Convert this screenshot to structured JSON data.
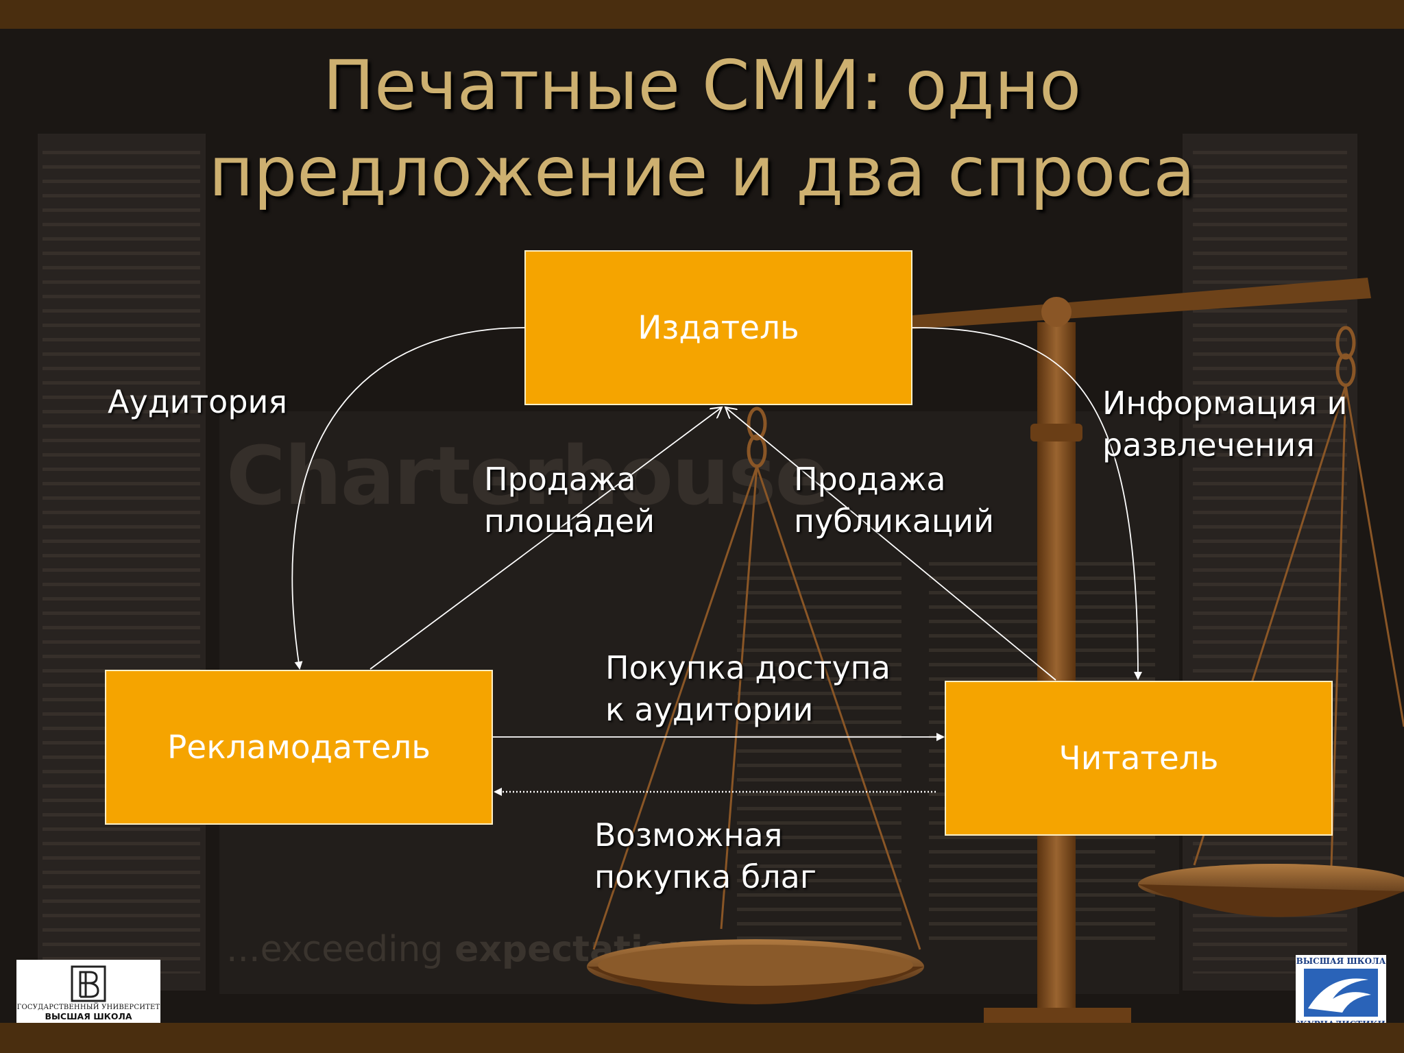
{
  "title": {
    "line1": "Печатные СМИ: одно",
    "line2": "предложение и два спроса"
  },
  "background": {
    "brand": "Charterhouse",
    "tagline_light": "...exceeding ",
    "tagline_bold": "expectations"
  },
  "nodes": {
    "publisher": "Издатель",
    "advertiser": "Рекламодатель",
    "reader": "Читатель"
  },
  "edges": {
    "audience": "Аудитория",
    "info_line1": "Информация и",
    "info_line2": "развлечения",
    "space_line1": "Продажа",
    "space_line2": "площадей",
    "pub_line1": "Продажа",
    "pub_line2": "публикаций",
    "access_line1": "Покупка доступа",
    "access_line2": "к аудитории",
    "goods_line1": "Возможная",
    "goods_line2": "покупка благ"
  },
  "logos": {
    "left_line1": "ГОСУДАРСТВЕННЫЙ УНИВЕРСИТЕТ",
    "left_line2": "ВЫСШАЯ ШКОЛА ЭКОНОМИКИ",
    "right_line1": "ВЫСШАЯ ШКОЛА",
    "right_line2": "ЖУРНАЛИСТИКИ"
  },
  "colors": {
    "box_fill": "#f5a400",
    "title": "#cdb070",
    "band": "#4a2e0f",
    "scale": "#7a4a1e"
  }
}
